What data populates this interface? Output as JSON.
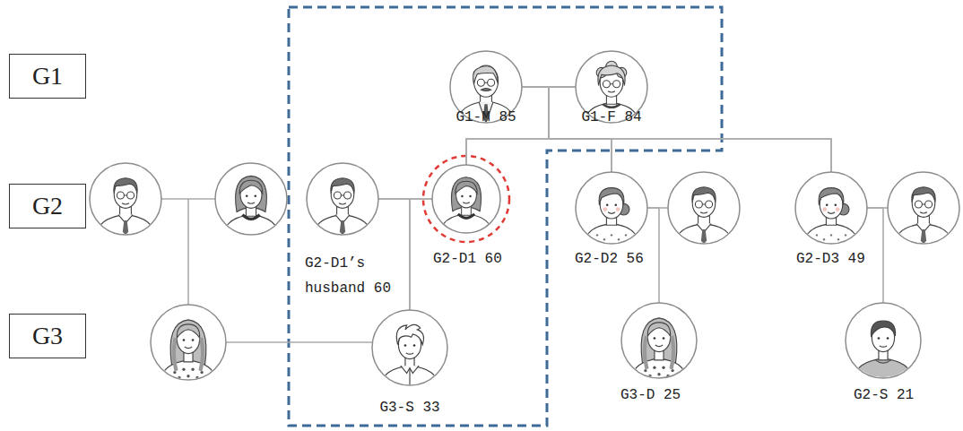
{
  "diagram": {
    "nodes": [
      {
        "text": [
          "G1"
        ]
      },
      {
        "text": [
          "G1-M 85"
        ]
      },
      {
        "text": [
          "G1-F 84"
        ]
      },
      {
        "text": [
          "G2"
        ]
      },
      {
        "text": [
          "G2-D1’s husband 60"
        ]
      },
      {
        "text": [
          "G2-D1 60"
        ]
      },
      {
        "text": [
          "G2-D2 56"
        ]
      },
      {
        "text": [
          "G2-D3 49"
        ]
      },
      {
        "text": [
          "G3"
        ]
      },
      {
        "text": [
          "G3-S 33"
        ]
      },
      {
        "text": [
          "G3-D 25"
        ]
      },
      {
        "text": [
          "G2-S 21"
        ]
      }
    ],
    "edges": [
      {
        "from": 1,
        "to": 2,
        "arrow": "none"
      },
      {
        "from": 1,
        "to": 5,
        "arrow": "none"
      },
      {
        "from": 1,
        "to": 6,
        "arrow": "none"
      },
      {
        "from": 1,
        "to": 7,
        "arrow": "none"
      },
      {
        "from": 2,
        "to": 5,
        "arrow": "none"
      },
      {
        "from": 2,
        "to": 6,
        "arrow": "none"
      },
      {
        "from": 2,
        "to": 7,
        "arrow": "none"
      },
      {
        "from": 4,
        "to": 5,
        "arrow": "none"
      },
      {
        "from": 4,
        "to": 9,
        "arrow": "none"
      },
      {
        "from": 5,
        "to": 9,
        "arrow": "none"
      },
      {
        "from": 6,
        "to": 10,
        "arrow": "none"
      },
      {
        "from": 7,
        "to": 11,
        "arrow": "none"
      }
    ]
  }
}
